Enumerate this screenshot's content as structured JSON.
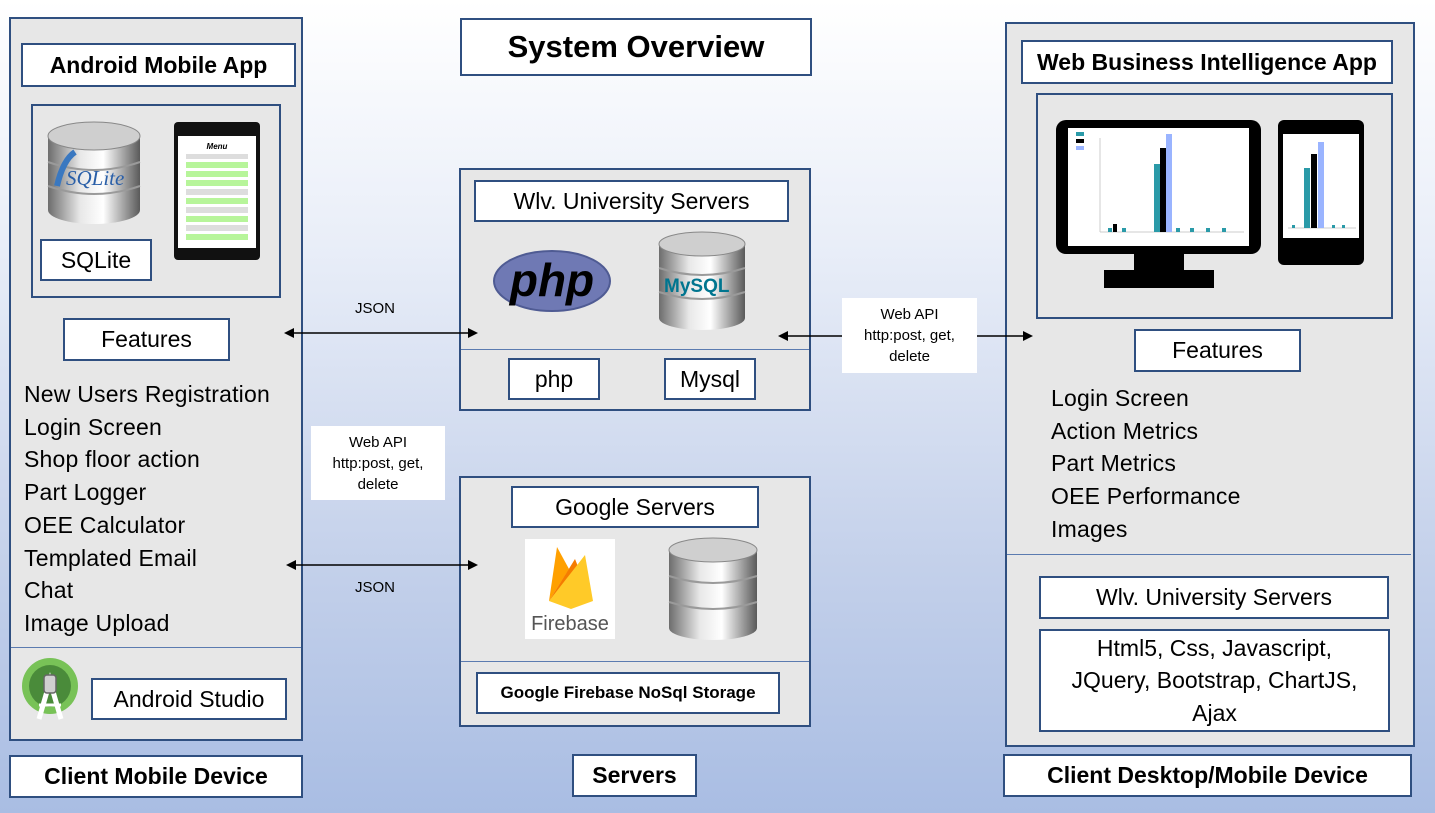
{
  "title": "System Overview",
  "left": {
    "header": "Android Mobile App",
    "sqlite_label": "SQLite",
    "sqlite_logo_text": "SQLite",
    "phone_menu_title": "Menu",
    "features_label": "Features",
    "features": [
      "New Users Registration",
      "Login Screen",
      "Shop floor action",
      "Part Logger",
      "OEE Calculator",
      "Templated Email",
      "Chat",
      "Image Upload"
    ],
    "tool_label": "Android Studio",
    "footer": "Client Mobile Device"
  },
  "center": {
    "wlv_header": "Wlv. University Servers",
    "php_logo_text": "php",
    "mysql_logo_text": "MySQL",
    "php_label": "php",
    "mysql_label": "Mysql",
    "google_header": "Google Servers",
    "firebase_logo_text": "Firebase",
    "firebase_storage_label": "Google Firebase NoSql Storage",
    "footer": "Servers"
  },
  "right": {
    "header": "Web Business Intelligence App",
    "features_label": "Features",
    "features": [
      "Login Screen",
      "Action Metrics",
      "Part Metrics",
      "OEE Performance",
      "Images"
    ],
    "wlv_label": "Wlv. University Servers",
    "tech_lines": [
      "Html5, Css, Javascript,",
      "JQuery, Bootstrap, ChartJS,",
      "Ajax"
    ],
    "footer": "Client Desktop/Mobile Device"
  },
  "connectors": {
    "json_top": "JSON",
    "json_bottom": "JSON",
    "webapi_left": [
      "Web API",
      "http:post, get,",
      "delete"
    ],
    "webapi_right": [
      "Web API",
      "http:post, get,",
      "delete"
    ]
  },
  "colors": {
    "border": "#2f4f80",
    "panel_bg": "#e7e7e7",
    "php_purple": "#6f79b4",
    "mysql_blue": "#00758f",
    "mysql_orange": "#f29111",
    "firebase_orange": "#ffa000",
    "android_green": "#78c257"
  }
}
